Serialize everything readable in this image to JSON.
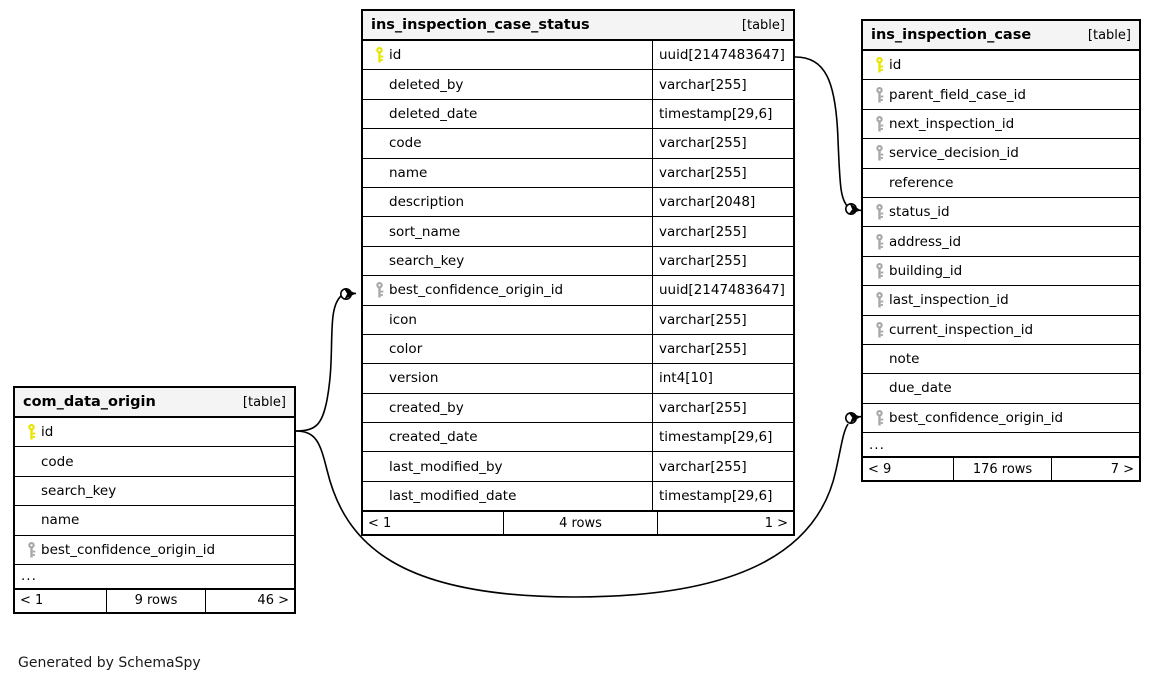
{
  "diagram": {
    "credit": "Generated by SchemaSpy",
    "table_tag": "[table]",
    "ellipsis": "..."
  },
  "tables": {
    "center": {
      "name": "ins_inspection_case_status",
      "tag": "[table]",
      "show_types": true,
      "columns": [
        {
          "name": "id",
          "type": "uuid[2147483647]",
          "key": "pk"
        },
        {
          "name": "deleted_by",
          "type": "varchar[255]",
          "key": "none"
        },
        {
          "name": "deleted_date",
          "type": "timestamp[29,6]",
          "key": "none"
        },
        {
          "name": "code",
          "type": "varchar[255]",
          "key": "none"
        },
        {
          "name": "name",
          "type": "varchar[255]",
          "key": "none"
        },
        {
          "name": "description",
          "type": "varchar[2048]",
          "key": "none"
        },
        {
          "name": "sort_name",
          "type": "varchar[255]",
          "key": "none"
        },
        {
          "name": "search_key",
          "type": "varchar[255]",
          "key": "none"
        },
        {
          "name": "best_confidence_origin_id",
          "type": "uuid[2147483647]",
          "key": "fk"
        },
        {
          "name": "icon",
          "type": "varchar[255]",
          "key": "none"
        },
        {
          "name": "color",
          "type": "varchar[255]",
          "key": "none"
        },
        {
          "name": "version",
          "type": "int4[10]",
          "key": "none"
        },
        {
          "name": "created_by",
          "type": "varchar[255]",
          "key": "none"
        },
        {
          "name": "created_date",
          "type": "timestamp[29,6]",
          "key": "none"
        },
        {
          "name": "last_modified_by",
          "type": "varchar[255]",
          "key": "none"
        },
        {
          "name": "last_modified_date",
          "type": "timestamp[29,6]",
          "key": "none"
        }
      ],
      "has_ellipsis": false,
      "footer": {
        "left": "< 1",
        "mid": "4 rows",
        "right": "1 >"
      }
    },
    "right": {
      "name": "ins_inspection_case",
      "tag": "[table]",
      "show_types": false,
      "columns": [
        {
          "name": "id",
          "type": "",
          "key": "pk"
        },
        {
          "name": "parent_field_case_id",
          "type": "",
          "key": "fk"
        },
        {
          "name": "next_inspection_id",
          "type": "",
          "key": "fk"
        },
        {
          "name": "service_decision_id",
          "type": "",
          "key": "fk"
        },
        {
          "name": "reference",
          "type": "",
          "key": "none"
        },
        {
          "name": "status_id",
          "type": "",
          "key": "fk"
        },
        {
          "name": "address_id",
          "type": "",
          "key": "fk"
        },
        {
          "name": "building_id",
          "type": "",
          "key": "fk"
        },
        {
          "name": "last_inspection_id",
          "type": "",
          "key": "fk"
        },
        {
          "name": "current_inspection_id",
          "type": "",
          "key": "fk"
        },
        {
          "name": "note",
          "type": "",
          "key": "none"
        },
        {
          "name": "due_date",
          "type": "",
          "key": "none"
        },
        {
          "name": "best_confidence_origin_id",
          "type": "",
          "key": "fk"
        }
      ],
      "has_ellipsis": true,
      "footer": {
        "left": "< 9",
        "mid": "176 rows",
        "right": "7 >"
      }
    },
    "left": {
      "name": "com_data_origin",
      "tag": "[table]",
      "show_types": false,
      "columns": [
        {
          "name": "id",
          "type": "",
          "key": "pk"
        },
        {
          "name": "code",
          "type": "",
          "key": "none"
        },
        {
          "name": "search_key",
          "type": "",
          "key": "none"
        },
        {
          "name": "name",
          "type": "",
          "key": "none"
        },
        {
          "name": "best_confidence_origin_id",
          "type": "",
          "key": "fk"
        }
      ],
      "has_ellipsis": true,
      "footer": {
        "left": "< 1",
        "mid": "9 rows",
        "right": "46 >"
      }
    }
  },
  "relationships": [
    {
      "id": "rel-status-id-to-case-status-id",
      "from_table": "ins_inspection_case_status",
      "from_column": "id",
      "to_table": "ins_inspection_case",
      "to_column": "status_id"
    },
    {
      "id": "rel-origin-id-to-status-best-confidence",
      "from_table": "com_data_origin",
      "from_column": "id",
      "to_table": "ins_inspection_case_status",
      "to_column": "best_confidence_origin_id"
    },
    {
      "id": "rel-origin-id-to-case-best-confidence",
      "from_table": "com_data_origin",
      "from_column": "id",
      "to_table": "ins_inspection_case",
      "to_column": "best_confidence_origin_id"
    }
  ],
  "colors": {
    "primary_key": "#e6e600",
    "foreign_key": "#a8a8a8",
    "header_bg": "#f4f4f4",
    "border": "#000000",
    "background": "#ffffff"
  },
  "icons": {
    "primary_key": "primary-key-icon",
    "foreign_key": "foreign-key-icon"
  }
}
